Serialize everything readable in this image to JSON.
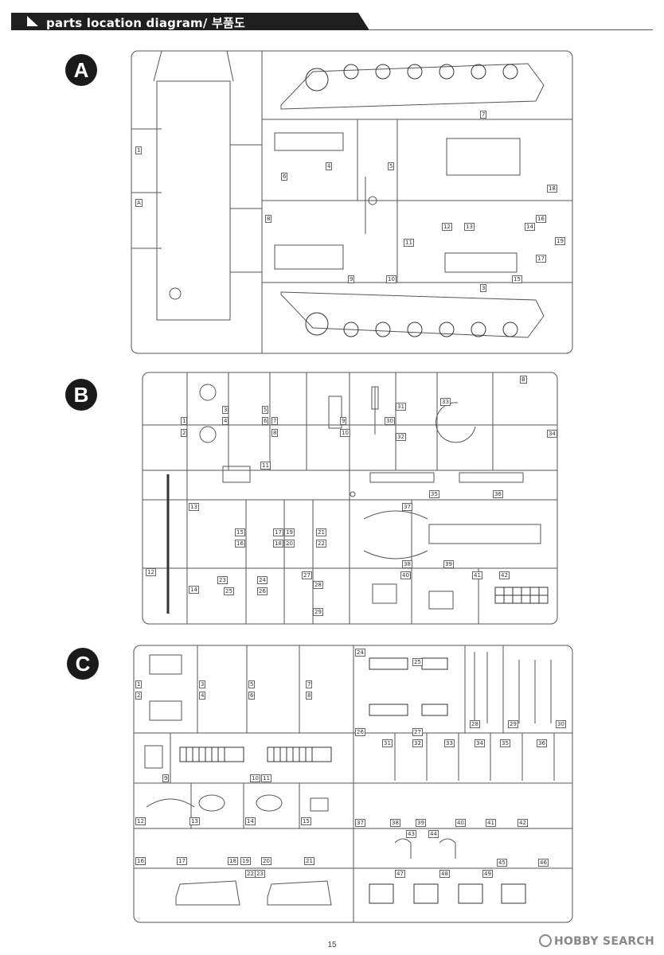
{
  "header": {
    "title": "parts location diagram/ 부품도"
  },
  "sprues": [
    {
      "letter": "A",
      "labels": [
        "1",
        "A",
        "4",
        "5",
        "6",
        "7",
        "8",
        "9",
        "10",
        "11",
        "12",
        "13",
        "14",
        "15",
        "16",
        "17",
        "18",
        "19",
        "3"
      ]
    },
    {
      "letter": "B",
      "labels": [
        "1",
        "2",
        "3",
        "4",
        "5",
        "6",
        "7",
        "8",
        "9",
        "10",
        "11",
        "12",
        "13",
        "14",
        "15",
        "16",
        "17",
        "18",
        "19",
        "20",
        "21",
        "22",
        "23",
        "24",
        "25",
        "26",
        "27",
        "28",
        "29",
        "30",
        "31",
        "32",
        "33",
        "34",
        "35",
        "36",
        "37",
        "38",
        "39",
        "40",
        "41",
        "42",
        "B"
      ]
    },
    {
      "letter": "C",
      "labels": [
        "1",
        "2",
        "3",
        "4",
        "5",
        "6",
        "7",
        "8",
        "9",
        "10",
        "11",
        "12",
        "13",
        "14",
        "15",
        "16",
        "17",
        "18",
        "19",
        "20",
        "21",
        "22",
        "23",
        "24",
        "25",
        "26",
        "27",
        "28",
        "29",
        "30",
        "31",
        "32",
        "33",
        "34",
        "35",
        "36",
        "37",
        "38",
        "39",
        "40",
        "41",
        "42",
        "43",
        "44",
        "45",
        "46",
        "47",
        "48",
        "49"
      ]
    }
  ],
  "footer": {
    "page_number": "15",
    "watermark": "HOBBY SEARCH"
  }
}
